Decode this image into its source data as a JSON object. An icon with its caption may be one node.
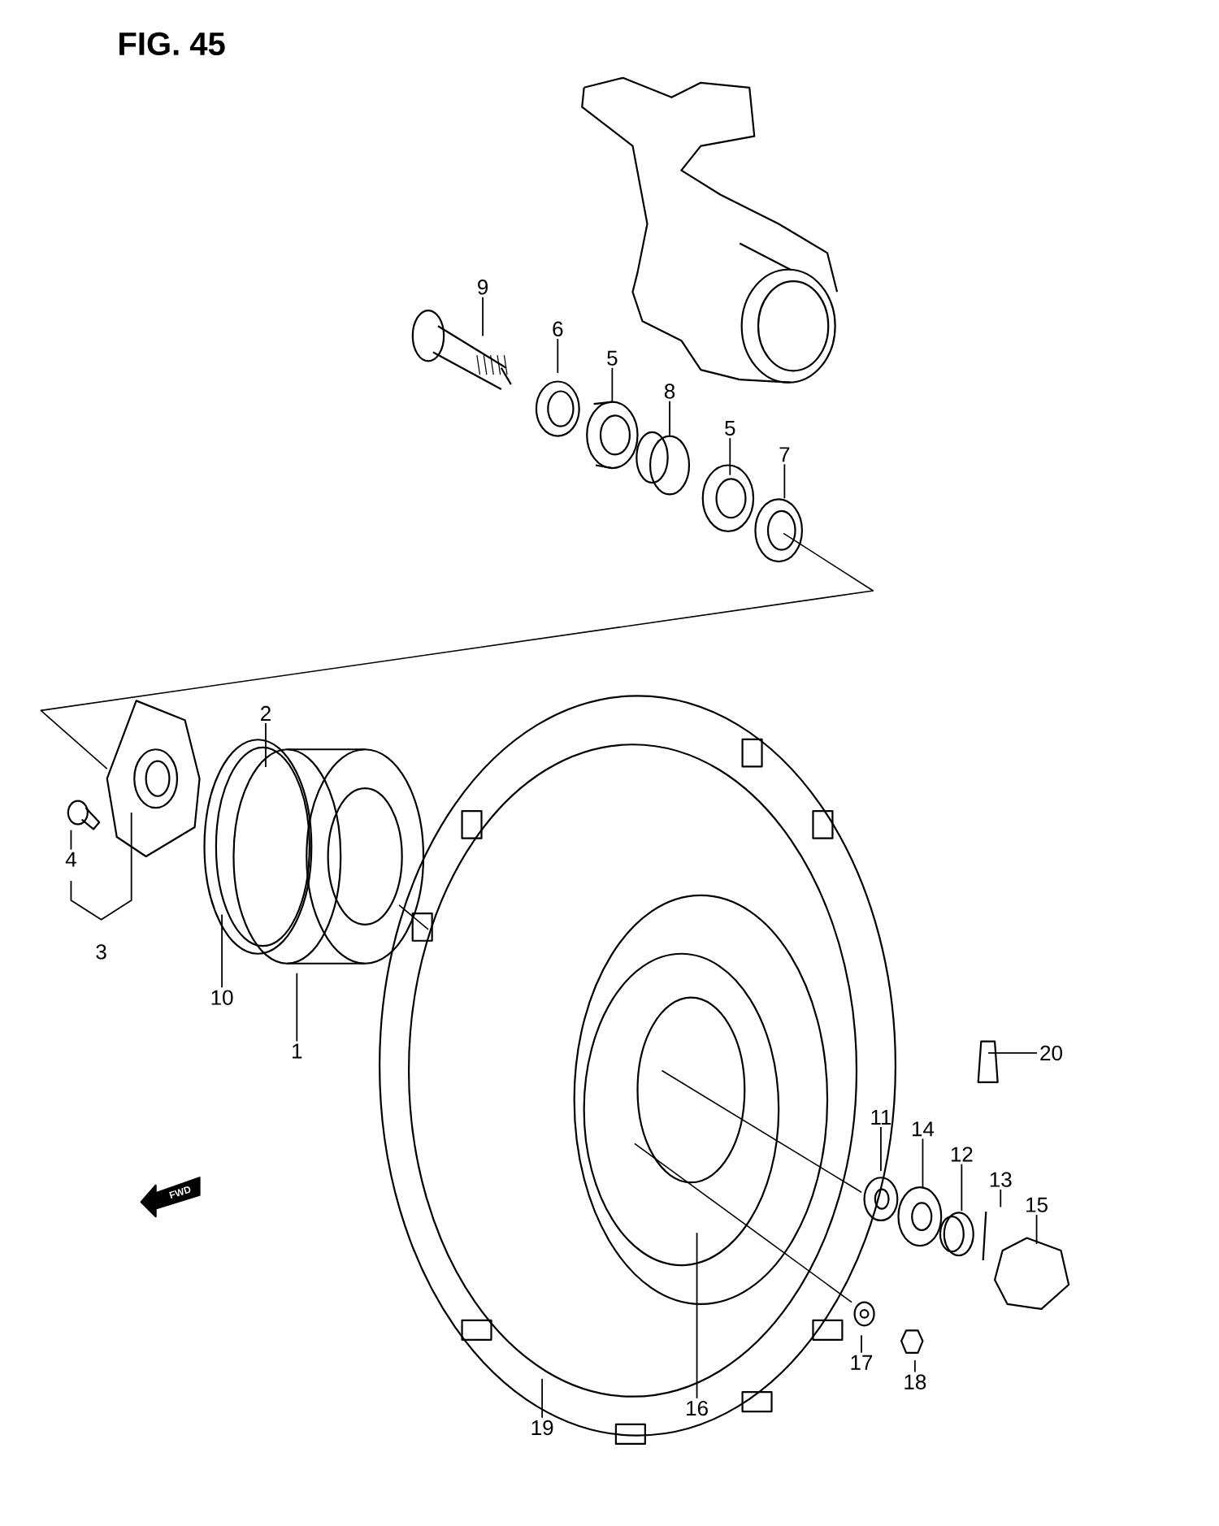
{
  "diagram": {
    "title": "FIG. 45",
    "nodes": [
      {
        "text": [
          "9"
        ]
      },
      {
        "text": [
          "6"
        ]
      },
      {
        "text": [
          "5"
        ]
      },
      {
        "text": [
          "8"
        ]
      },
      {
        "text": [
          "5"
        ]
      },
      {
        "text": [
          "7"
        ]
      },
      {
        "text": [
          "2"
        ]
      },
      {
        "text": [
          "4"
        ]
      },
      {
        "text": [
          "10"
        ]
      },
      {
        "text": [
          "1"
        ]
      },
      {
        "text": [
          "20"
        ]
      },
      {
        "text": [
          "11"
        ]
      },
      {
        "text": [
          "14"
        ]
      },
      {
        "text": [
          "12"
        ]
      },
      {
        "text": [
          "13"
        ]
      },
      {
        "text": [
          "15"
        ]
      },
      {
        "text": [
          "17"
        ]
      },
      {
        "text": [
          "18"
        ]
      },
      {
        "text": [
          "16"
        ]
      },
      {
        "text": [
          "19"
        ]
      }
    ],
    "edges": [
      {
        "from": 0,
        "to": null,
        "arrow": "none"
      },
      {
        "from": 1,
        "to": null,
        "arrow": "none"
      },
      {
        "from": 2,
        "to": null,
        "arrow": "none"
      },
      {
        "from": 3,
        "to": null,
        "arrow": "none"
      },
      {
        "from": 4,
        "to": null,
        "arrow": "none"
      },
      {
        "from": 5,
        "to": null,
        "arrow": "none"
      },
      {
        "from": 6,
        "to": null,
        "arrow": "none"
      },
      {
        "from": 7,
        "to": null,
        "arrow": "none"
      },
      {
        "from": 8,
        "to": null,
        "arrow": "none"
      },
      {
        "from": 9,
        "to": null,
        "arrow": "none"
      },
      {
        "from": 10,
        "to": null,
        "arrow": "none"
      },
      {
        "from": 11,
        "to": null,
        "arrow": "none"
      },
      {
        "from": 12,
        "to": null,
        "arrow": "none"
      },
      {
        "from": 13,
        "to": null,
        "arrow": "none"
      },
      {
        "from": 14,
        "to": null,
        "arrow": "none"
      },
      {
        "from": 15,
        "to": null,
        "arrow": "none"
      },
      {
        "from": 16,
        "to": null,
        "arrow": "none"
      },
      {
        "from": 17,
        "to": null,
        "arrow": "none"
      },
      {
        "from": 18,
        "to": null,
        "arrow": "none"
      },
      {
        "from": 19,
        "to": null,
        "arrow": "none"
      }
    ],
    "labels": [
      "3",
      "FWD"
    ]
  }
}
